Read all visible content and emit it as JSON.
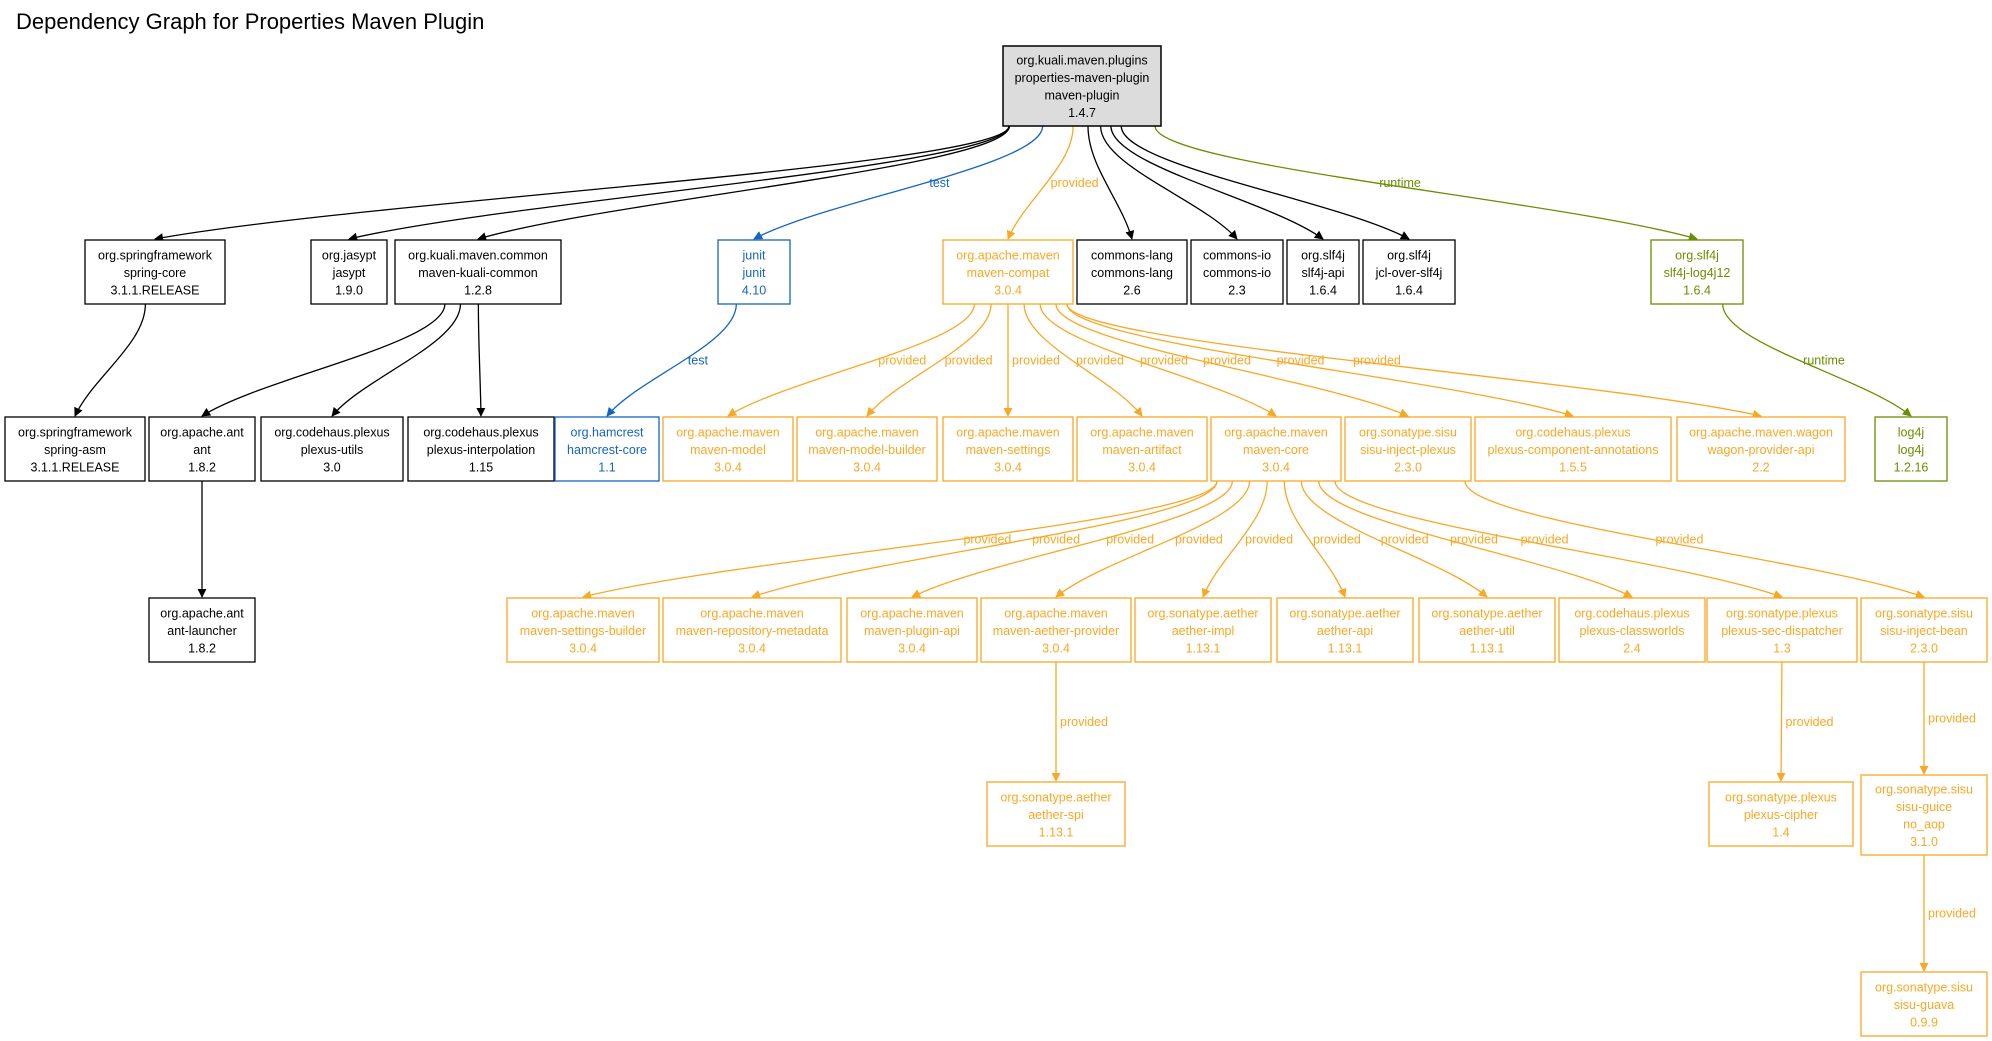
{
  "title": "Dependency Graph for Properties Maven Plugin",
  "colors": {
    "compile": "#000000",
    "test": "#1565C0",
    "provided": "#F9A825",
    "runtime": "#6B8E00",
    "root_fill": "#DCDCDC"
  },
  "nodes": [
    {
      "id": "root",
      "lines": [
        "org.kuali.maven.plugins",
        "properties-maven-plugin",
        "maven-plugin",
        "1.4.7"
      ],
      "scope": "compile",
      "root": true
    },
    {
      "id": "spring-core",
      "lines": [
        "org.springframework",
        "spring-core",
        "3.1.1.RELEASE"
      ],
      "scope": "compile"
    },
    {
      "id": "jasypt",
      "lines": [
        "org.jasypt",
        "jasypt",
        "1.9.0"
      ],
      "scope": "compile"
    },
    {
      "id": "maven-kuali-common",
      "lines": [
        "org.kuali.maven.common",
        "maven-kuali-common",
        "1.2.8"
      ],
      "scope": "compile"
    },
    {
      "id": "junit",
      "lines": [
        "junit",
        "junit",
        "4.10"
      ],
      "scope": "test"
    },
    {
      "id": "maven-compat",
      "lines": [
        "org.apache.maven",
        "maven-compat",
        "3.0.4"
      ],
      "scope": "provided"
    },
    {
      "id": "commons-lang",
      "lines": [
        "commons-lang",
        "commons-lang",
        "2.6"
      ],
      "scope": "compile"
    },
    {
      "id": "commons-io",
      "lines": [
        "commons-io",
        "commons-io",
        "2.3"
      ],
      "scope": "compile"
    },
    {
      "id": "slf4j-api",
      "lines": [
        "org.slf4j",
        "slf4j-api",
        "1.6.4"
      ],
      "scope": "compile"
    },
    {
      "id": "jcl-over-slf4j",
      "lines": [
        "org.slf4j",
        "jcl-over-slf4j",
        "1.6.4"
      ],
      "scope": "compile"
    },
    {
      "id": "slf4j-log4j12",
      "lines": [
        "org.slf4j",
        "slf4j-log4j12",
        "1.6.4"
      ],
      "scope": "runtime"
    },
    {
      "id": "spring-asm",
      "lines": [
        "org.springframework",
        "spring-asm",
        "3.1.1.RELEASE"
      ],
      "scope": "compile"
    },
    {
      "id": "ant",
      "lines": [
        "org.apache.ant",
        "ant",
        "1.8.2"
      ],
      "scope": "compile"
    },
    {
      "id": "plexus-utils",
      "lines": [
        "org.codehaus.plexus",
        "plexus-utils",
        "3.0"
      ],
      "scope": "compile"
    },
    {
      "id": "plexus-interpolation",
      "lines": [
        "org.codehaus.plexus",
        "plexus-interpolation",
        "1.15"
      ],
      "scope": "compile"
    },
    {
      "id": "hamcrest-core",
      "lines": [
        "org.hamcrest",
        "hamcrest-core",
        "1.1"
      ],
      "scope": "test"
    },
    {
      "id": "maven-model",
      "lines": [
        "org.apache.maven",
        "maven-model",
        "3.0.4"
      ],
      "scope": "provided"
    },
    {
      "id": "maven-model-builder",
      "lines": [
        "org.apache.maven",
        "maven-model-builder",
        "3.0.4"
      ],
      "scope": "provided"
    },
    {
      "id": "maven-settings",
      "lines": [
        "org.apache.maven",
        "maven-settings",
        "3.0.4"
      ],
      "scope": "provided"
    },
    {
      "id": "maven-artifact",
      "lines": [
        "org.apache.maven",
        "maven-artifact",
        "3.0.4"
      ],
      "scope": "provided"
    },
    {
      "id": "maven-core",
      "lines": [
        "org.apache.maven",
        "maven-core",
        "3.0.4"
      ],
      "scope": "provided"
    },
    {
      "id": "sisu-inject-plexus",
      "lines": [
        "org.sonatype.sisu",
        "sisu-inject-plexus",
        "2.3.0"
      ],
      "scope": "provided"
    },
    {
      "id": "plexus-component-annotations",
      "lines": [
        "org.codehaus.plexus",
        "plexus-component-annotations",
        "1.5.5"
      ],
      "scope": "provided"
    },
    {
      "id": "wagon-provider-api",
      "lines": [
        "org.apache.maven.wagon",
        "wagon-provider-api",
        "2.2"
      ],
      "scope": "provided"
    },
    {
      "id": "log4j",
      "lines": [
        "log4j",
        "log4j",
        "1.2.16"
      ],
      "scope": "runtime"
    },
    {
      "id": "ant-launcher",
      "lines": [
        "org.apache.ant",
        "ant-launcher",
        "1.8.2"
      ],
      "scope": "compile"
    },
    {
      "id": "maven-settings-builder",
      "lines": [
        "org.apache.maven",
        "maven-settings-builder",
        "3.0.4"
      ],
      "scope": "provided"
    },
    {
      "id": "maven-repository-metadata",
      "lines": [
        "org.apache.maven",
        "maven-repository-metadata",
        "3.0.4"
      ],
      "scope": "provided"
    },
    {
      "id": "maven-plugin-api",
      "lines": [
        "org.apache.maven",
        "maven-plugin-api",
        "3.0.4"
      ],
      "scope": "provided"
    },
    {
      "id": "maven-aether-provider",
      "lines": [
        "org.apache.maven",
        "maven-aether-provider",
        "3.0.4"
      ],
      "scope": "provided"
    },
    {
      "id": "aether-impl",
      "lines": [
        "org.sonatype.aether",
        "aether-impl",
        "1.13.1"
      ],
      "scope": "provided"
    },
    {
      "id": "aether-api",
      "lines": [
        "org.sonatype.aether",
        "aether-api",
        "1.13.1"
      ],
      "scope": "provided"
    },
    {
      "id": "aether-util",
      "lines": [
        "org.sonatype.aether",
        "aether-util",
        "1.13.1"
      ],
      "scope": "provided"
    },
    {
      "id": "plexus-classworlds",
      "lines": [
        "org.codehaus.plexus",
        "plexus-classworlds",
        "2.4"
      ],
      "scope": "provided"
    },
    {
      "id": "plexus-sec-dispatcher",
      "lines": [
        "org.sonatype.plexus",
        "plexus-sec-dispatcher",
        "1.3"
      ],
      "scope": "provided"
    },
    {
      "id": "sisu-inject-bean",
      "lines": [
        "org.sonatype.sisu",
        "sisu-inject-bean",
        "2.3.0"
      ],
      "scope": "provided"
    },
    {
      "id": "aether-spi",
      "lines": [
        "org.sonatype.aether",
        "aether-spi",
        "1.13.1"
      ],
      "scope": "provided"
    },
    {
      "id": "plexus-cipher",
      "lines": [
        "org.sonatype.plexus",
        "plexus-cipher",
        "1.4"
      ],
      "scope": "provided"
    },
    {
      "id": "sisu-guice",
      "lines": [
        "org.sonatype.sisu",
        "sisu-guice",
        "no_aop",
        "3.1.0"
      ],
      "scope": "provided"
    },
    {
      "id": "sisu-guava",
      "lines": [
        "org.sonatype.sisu",
        "sisu-guava",
        "0.9.9"
      ],
      "scope": "provided"
    }
  ],
  "edges": [
    {
      "from": "root",
      "to": "spring-core",
      "scope": "compile",
      "label": ""
    },
    {
      "from": "root",
      "to": "jasypt",
      "scope": "compile",
      "label": ""
    },
    {
      "from": "root",
      "to": "maven-kuali-common",
      "scope": "compile",
      "label": ""
    },
    {
      "from": "root",
      "to": "junit",
      "scope": "test",
      "label": "test"
    },
    {
      "from": "root",
      "to": "maven-compat",
      "scope": "provided",
      "label": "provided"
    },
    {
      "from": "root",
      "to": "commons-lang",
      "scope": "compile",
      "label": ""
    },
    {
      "from": "root",
      "to": "commons-io",
      "scope": "compile",
      "label": ""
    },
    {
      "from": "root",
      "to": "slf4j-api",
      "scope": "compile",
      "label": ""
    },
    {
      "from": "root",
      "to": "jcl-over-slf4j",
      "scope": "compile",
      "label": ""
    },
    {
      "from": "root",
      "to": "slf4j-log4j12",
      "scope": "runtime",
      "label": "runtime"
    },
    {
      "from": "spring-core",
      "to": "spring-asm",
      "scope": "compile",
      "label": ""
    },
    {
      "from": "maven-kuali-common",
      "to": "ant",
      "scope": "compile",
      "label": ""
    },
    {
      "from": "maven-kuali-common",
      "to": "plexus-utils",
      "scope": "compile",
      "label": ""
    },
    {
      "from": "maven-kuali-common",
      "to": "plexus-interpolation",
      "scope": "compile",
      "label": ""
    },
    {
      "from": "junit",
      "to": "hamcrest-core",
      "scope": "test",
      "label": "test"
    },
    {
      "from": "maven-compat",
      "to": "maven-model",
      "scope": "provided",
      "label": "provided"
    },
    {
      "from": "maven-compat",
      "to": "maven-model-builder",
      "scope": "provided",
      "label": "provided"
    },
    {
      "from": "maven-compat",
      "to": "maven-settings",
      "scope": "provided",
      "label": "provided"
    },
    {
      "from": "maven-compat",
      "to": "maven-artifact",
      "scope": "provided",
      "label": "provided"
    },
    {
      "from": "maven-compat",
      "to": "maven-core",
      "scope": "provided",
      "label": "provided"
    },
    {
      "from": "maven-compat",
      "to": "sisu-inject-plexus",
      "scope": "provided",
      "label": "provided"
    },
    {
      "from": "maven-compat",
      "to": "plexus-component-annotations",
      "scope": "provided",
      "label": "provided"
    },
    {
      "from": "maven-compat",
      "to": "wagon-provider-api",
      "scope": "provided",
      "label": "provided"
    },
    {
      "from": "slf4j-log4j12",
      "to": "log4j",
      "scope": "runtime",
      "label": "runtime"
    },
    {
      "from": "ant",
      "to": "ant-launcher",
      "scope": "compile",
      "label": ""
    },
    {
      "from": "maven-core",
      "to": "maven-settings-builder",
      "scope": "provided",
      "label": "provided"
    },
    {
      "from": "maven-core",
      "to": "maven-repository-metadata",
      "scope": "provided",
      "label": "provided"
    },
    {
      "from": "maven-core",
      "to": "maven-plugin-api",
      "scope": "provided",
      "label": "provided"
    },
    {
      "from": "maven-core",
      "to": "maven-aether-provider",
      "scope": "provided",
      "label": "provided"
    },
    {
      "from": "maven-core",
      "to": "aether-impl",
      "scope": "provided",
      "label": "provided"
    },
    {
      "from": "maven-core",
      "to": "aether-api",
      "scope": "provided",
      "label": "provided"
    },
    {
      "from": "maven-core",
      "to": "aether-util",
      "scope": "provided",
      "label": "provided"
    },
    {
      "from": "maven-core",
      "to": "plexus-classworlds",
      "scope": "provided",
      "label": "provided"
    },
    {
      "from": "maven-core",
      "to": "plexus-sec-dispatcher",
      "scope": "provided",
      "label": "provided"
    },
    {
      "from": "sisu-inject-plexus",
      "to": "sisu-inject-bean",
      "scope": "provided",
      "label": "provided"
    },
    {
      "from": "maven-aether-provider",
      "to": "aether-spi",
      "scope": "provided",
      "label": "provided"
    },
    {
      "from": "plexus-sec-dispatcher",
      "to": "plexus-cipher",
      "scope": "provided",
      "label": "provided"
    },
    {
      "from": "sisu-inject-bean",
      "to": "sisu-guice",
      "scope": "provided",
      "label": "provided"
    },
    {
      "from": "sisu-guice",
      "to": "sisu-guava",
      "scope": "provided",
      "label": "provided"
    }
  ]
}
